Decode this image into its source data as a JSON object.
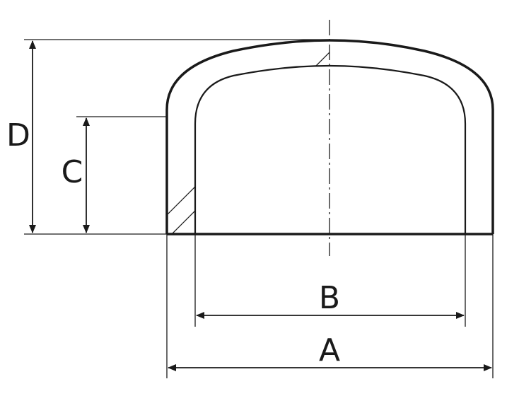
{
  "labels": {
    "a": "A",
    "b": "B",
    "c": "C",
    "d": "D"
  },
  "colors": {
    "ink": "#1a1a1a",
    "background": "#ffffff"
  }
}
